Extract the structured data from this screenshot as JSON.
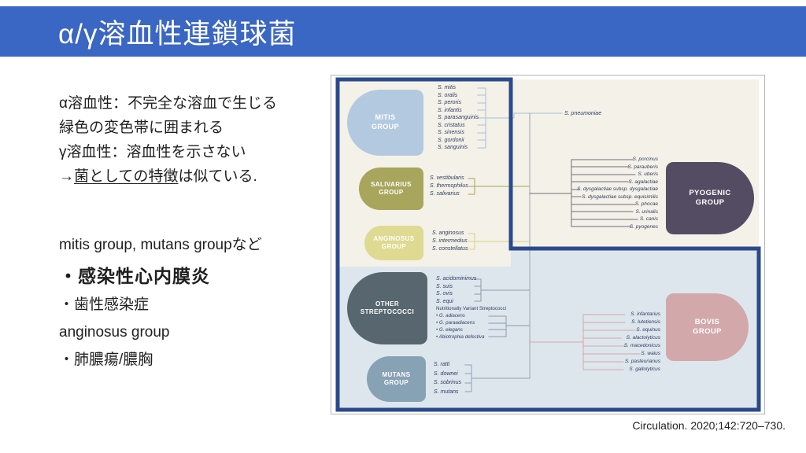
{
  "slide": {
    "title": "α/γ溶血性連鎖球菌",
    "citation": "Circulation. 2020;142:720–730."
  },
  "body": {
    "line1": "α溶血性：不完全な溶血で生じる",
    "line2": "緑色の変色帯に囲まれる",
    "line3": "γ溶血性：溶血性を示さない",
    "line4_prefix": "→",
    "line4_underline": "菌としての特徴",
    "line4_suffix": "は似ている.",
    "line5": "mitis group, mutans groupなど",
    "line6": "・感染性心内膜炎",
    "line7": "・歯性感染症",
    "line8": "anginosus group",
    "line9": "・肺膿瘍/膿胸"
  },
  "colors": {
    "header_bg": "#3a66c4",
    "highlight_frame": "#2b4a8b",
    "mitis": "#b3c9e0",
    "salivarius": "#a8a55c",
    "anginosus": "#deda92",
    "other": "#57666f",
    "mutans": "#88a2b5",
    "pyogenic": "#544c62",
    "bovis": "#d3a8aa",
    "cream_bg": "#f4f1e8",
    "blue_bg": "#dde6ed"
  },
  "diagram": {
    "groups": {
      "mitis": "MITIS\nGROUP",
      "salivarius": "SALIVARIUS\nGROUP",
      "anginosus": "ANGINOSUS\nGROUP",
      "other": "OTHER\nSTREPTOCOCCI",
      "mutans": "MUTANS\nGROUP",
      "pyogenic": "PYOGENIC\nGROUP",
      "bovis": "BOVIS\nGROUP"
    },
    "species": {
      "mitis": [
        "S. mitis",
        "S. oralis",
        "S. peroris",
        "S. infantis",
        "S. parasanguinis",
        "S. cristatus",
        "S. sinensis",
        "S. gordonii",
        "S. sanguinis"
      ],
      "pneumoniae": "S. pneumoniae",
      "salivarius": [
        "S. vestibularis",
        "S. thermophilus",
        "S. salivarius"
      ],
      "anginosus": [
        "S. anginosus",
        "S. intermedius",
        "S. constellatus"
      ],
      "other": [
        "S. acidominimus",
        "S. suis",
        "S. ovis",
        "S. equi"
      ],
      "nvs_title": "Nutritionally Variant Streptococci",
      "nvs": [
        "• G. adiacens",
        "• G. paraadiacens",
        "• G. elegans",
        "• Abiotrophia defectiva"
      ],
      "mutans": [
        "S. ratti",
        "S. downei",
        "S. sobrinus",
        "S. mutans"
      ],
      "pyogenic": [
        "S. porcinus",
        "S. parauberis",
        "S. uberis",
        "S. agalactiae",
        "S. dysgalactiae subsp. dysgalactiae",
        "S. dysgalactiae subsp. equisimilis",
        "S. phocae",
        "S. urinalis",
        "S. canis",
        "S. pyogenes"
      ],
      "bovis": [
        "S. infantarius",
        "S. lutetiensis",
        "S. equinus",
        "S. alactolyticus",
        "S. macedonicus",
        "S. waius",
        "S. pasteurianus",
        "S. gallolyticus"
      ]
    }
  }
}
